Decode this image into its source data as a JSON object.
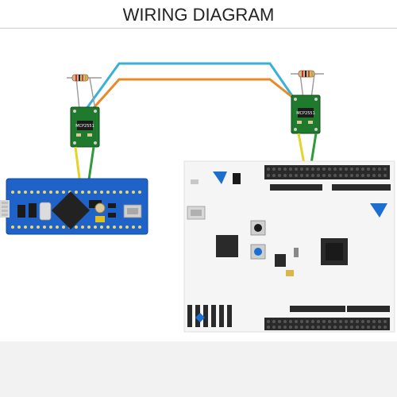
{
  "title": "WIRING DIAGRAM",
  "transceiver_left": {
    "chip_label": "MCP2551"
  },
  "transceiver_right": {
    "chip_label": "MCP2551"
  },
  "colors": {
    "can_high_wire": "#3bb0d6",
    "can_low_wire": "#e88a2a",
    "tx_wire": "#e5d22a",
    "rx_wire": "#2f9a3a",
    "transceiver_pcb": "#1f7a2e",
    "bluepill_pcb": "#1f63c9",
    "nucleo_board": "#f5f5f5",
    "header_black": "#2a2a2a",
    "st_logo": "#1c6fd1"
  },
  "icons": [
    "resistor-icon",
    "st-logo-icon",
    "usb-connector-icon",
    "reset-button-icon",
    "user-button-icon"
  ]
}
